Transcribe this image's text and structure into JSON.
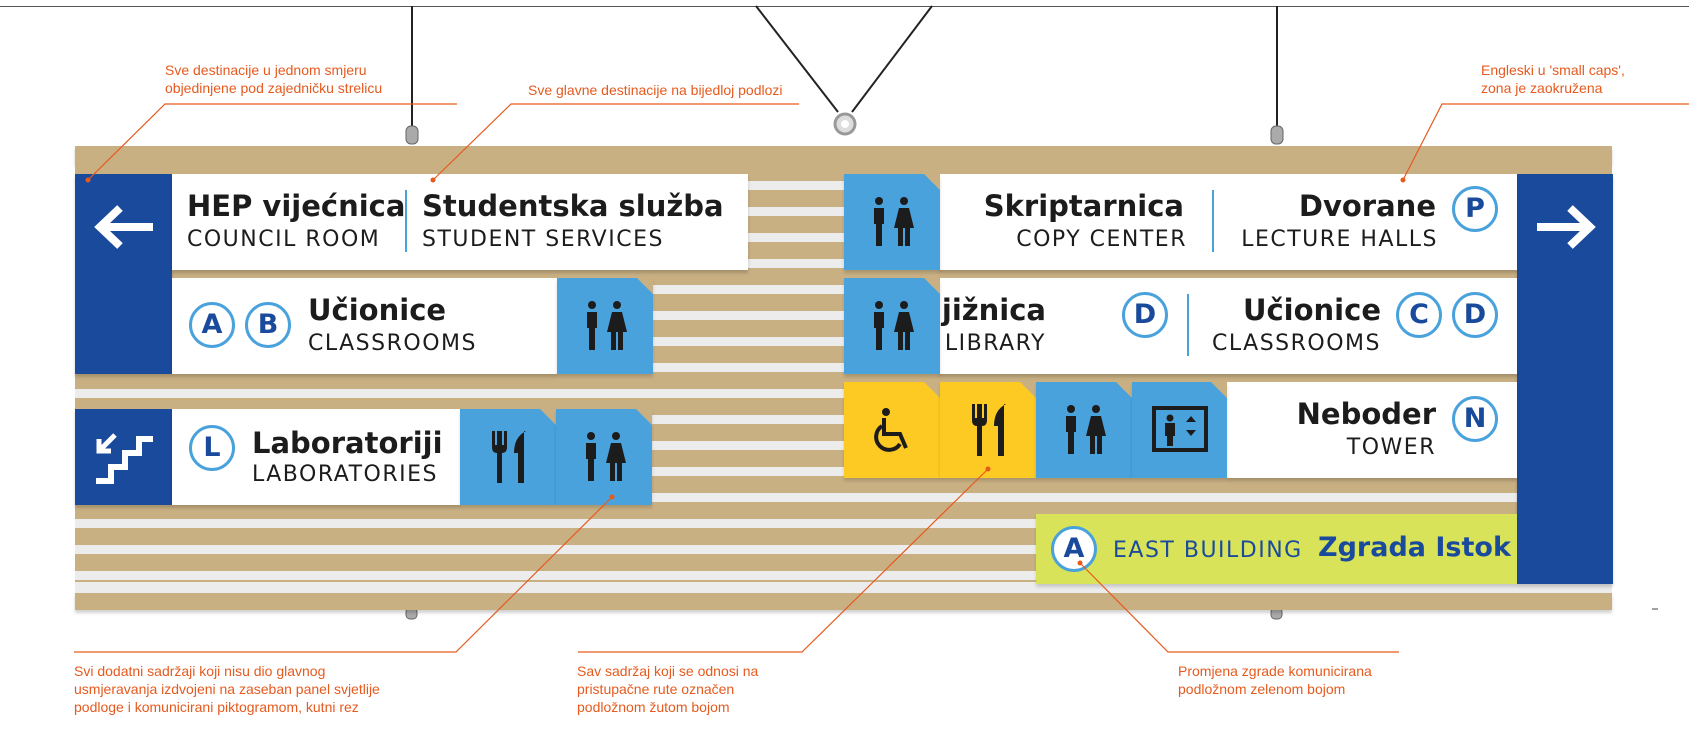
{
  "signs": {
    "left_top": {
      "dest1_title": "HEP vijećnica",
      "dest1_sub": "COUNCIL ROOM",
      "dest2_title": "Studentska služba",
      "dest2_sub": "STUDENT SERVICES"
    },
    "left_mid": {
      "zone1": "A",
      "zone2": "B",
      "title": "Učionice",
      "sub": "CLASSROOMS"
    },
    "left_low": {
      "zone": "L",
      "title": "Laboratoriji",
      "sub": "LABORATORIES"
    },
    "right_top": {
      "dest1_title": "Skriptarnica",
      "dest1_sub": "COPY CENTER",
      "dest2_title": "Dvorane",
      "dest2_sub": "LECTURE HALLS",
      "zone": "P"
    },
    "right_mid": {
      "dest1_title": "Knjižnica",
      "dest1_sub": "LIBRARY",
      "dest1_zone": "D",
      "dest2_title": "Učionice",
      "dest2_sub": "CLASSROOMS",
      "dest2_zone1": "C",
      "dest2_zone2": "D"
    },
    "right_low": {
      "title": "Neboder",
      "sub": "TOWER",
      "zone": "N"
    },
    "building": {
      "zone": "A",
      "english": "EAST BUILDING",
      "croatian": "Zgrada Istok"
    }
  },
  "icons": [
    "arrow-left-icon",
    "arrow-right-icon",
    "stairs-down-icon",
    "restroom-icon",
    "restaurant-icon",
    "wheelchair-icon",
    "elevator-icon"
  ],
  "annotations": {
    "top_left": [
      "Sve destinacije u jednom smjeru",
      "objedinjene pod zajedničku strelicu"
    ],
    "top_center": [
      "Sve glavne destinacije na bijedloj podlozi"
    ],
    "top_right": [
      "Engleski u 'small caps',",
      "zona je zaokružena"
    ],
    "bottom_left": [
      "Svi dodatni sadržaji koji nisu dio glavnog",
      "usmjeravanja izdvojeni na zaseban panel svjetlije",
      "podloge i komunicirani piktogramom, kutni rez"
    ],
    "bottom_center": [
      "Sav sadržaj koji se odnosi na",
      "pristupačne rute označen",
      "podložnom žutom bojom"
    ],
    "bottom_right": [
      "Promjena zgrade komunicirana",
      "podložnom zelenom bojom"
    ]
  },
  "colors": {
    "navy": "#1a4a9b",
    "pictogram_blue": "#4aa2dc",
    "accessible_yellow": "#fdc923",
    "building_green": "#d8e35a",
    "slat_tan": "#c9b083",
    "annotation_orange": "#e65a1e"
  }
}
